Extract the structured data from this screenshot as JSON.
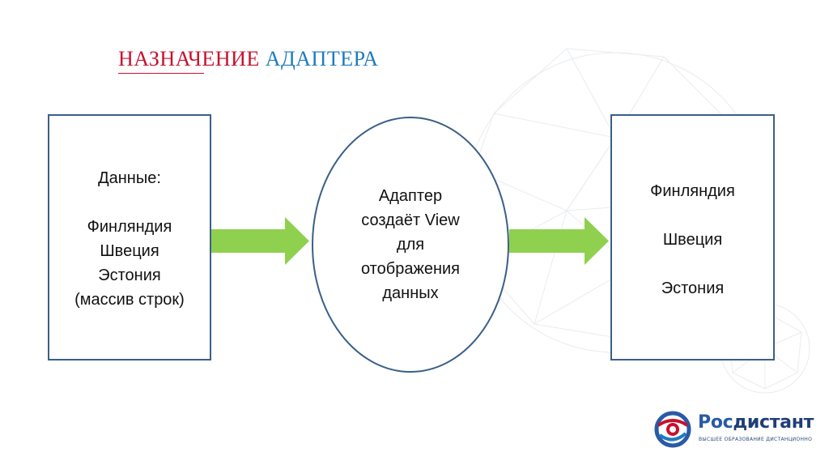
{
  "title": {
    "part1": "НАЗНАЧЕНИЕ",
    "part2": "АДАПТЕРА"
  },
  "left_box": {
    "heading": "Данные:",
    "items": [
      "Финляндия",
      "Швеция",
      "Эстония"
    ],
    "note": "(массив строк)"
  },
  "center_ellipse": {
    "lines": [
      "Адаптер",
      "создаёт View",
      "для",
      "отображения",
      "данных"
    ]
  },
  "right_box": {
    "items": [
      "Финляндия",
      "Швеция",
      "Эстония"
    ]
  },
  "logo": {
    "name_part1": "Рос",
    "name_part2": "дистант",
    "tagline": "ВЫСШЕЕ ОБРАЗОВАНИЕ ДИСТАНЦИОННО"
  },
  "colors": {
    "title_red": "#c8102e",
    "title_blue": "#1e7bbf",
    "box_border": "#3a5f87",
    "arrow_fill": "#8fd14f",
    "logo_blue": "#2a5aa6"
  }
}
